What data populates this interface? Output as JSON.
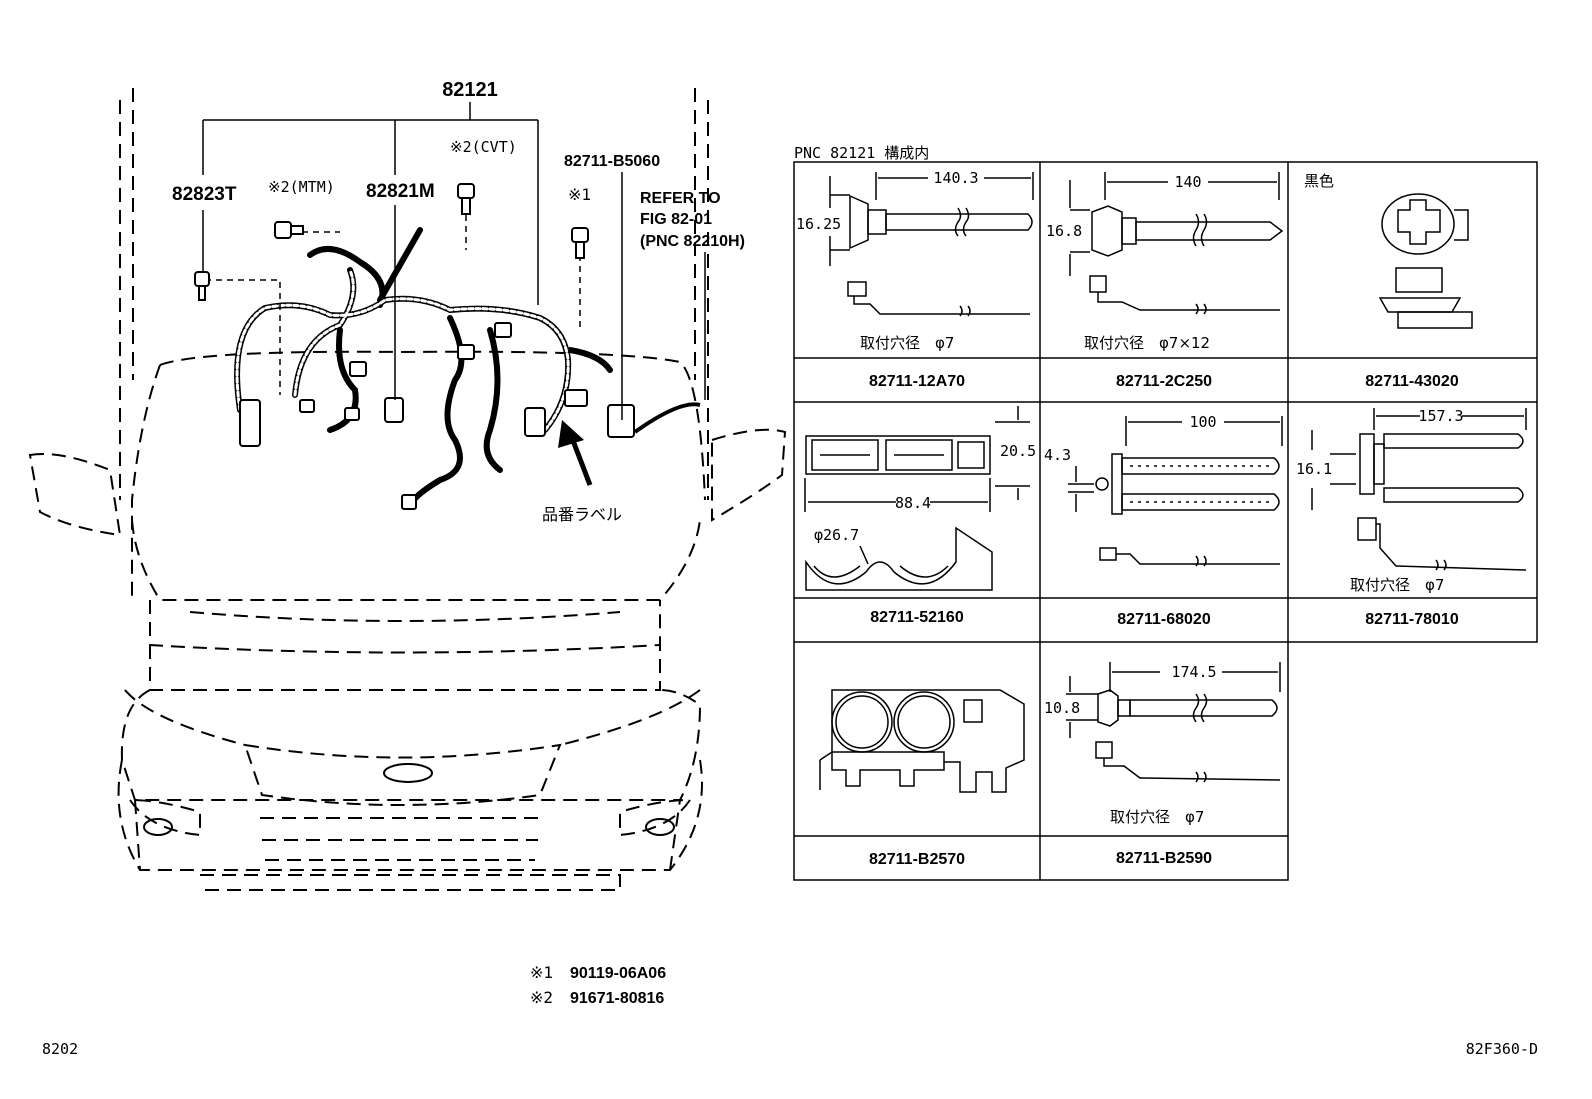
{
  "main_part": "82121",
  "callouts": {
    "p82823T": "82823T",
    "p82821M": "82821M",
    "note_mtm": "※2(MTM)",
    "note_cvt": "※2(CVT)",
    "p82711_B5060": "82711-B5060",
    "note_1": "※1",
    "refer_line1": "REFER TO",
    "refer_line2": "FIG 82-01",
    "refer_line3": "(PNC 82210H)",
    "label_arrow": "品番ラベル"
  },
  "footnotes": {
    "f1_mark": "※1",
    "f1_part": "90119-06A06",
    "f2_mark": "※2",
    "f2_part": "91671-80816"
  },
  "corner": {
    "left": "8202",
    "right": "82F360-D"
  },
  "table": {
    "title": "PNC 82121 構成内",
    "cells": [
      {
        "part": "82711-12A70",
        "dim_a": "140.3",
        "dim_b": "16.25",
        "note": "取付穴径　φ7"
      },
      {
        "part": "82711-2C250",
        "dim_a": "140",
        "dim_b": "16.8",
        "note": "取付穴径　φ7×12"
      },
      {
        "part": "82711-43020",
        "note": "黒色"
      },
      {
        "part": "82711-52160",
        "dim_a": "88.4",
        "dim_b": "20.5",
        "dim_c": "φ26.7"
      },
      {
        "part": "82711-68020",
        "dim_a": "100",
        "dim_b": "4.3"
      },
      {
        "part": "82711-78010",
        "dim_a": "157.3",
        "dim_b": "16.1",
        "note": "取付穴径　φ7"
      },
      {
        "part": "82711-B2570"
      },
      {
        "part": "82711-B2590",
        "dim_a": "174.5",
        "dim_b": "10.8",
        "note": "取付穴径　φ7"
      }
    ]
  }
}
